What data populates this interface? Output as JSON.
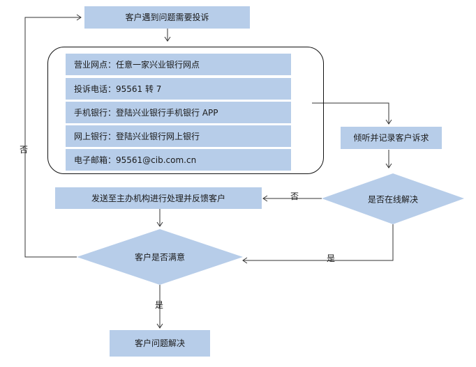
{
  "nodes": {
    "start": "客户遇到问题需要投诉",
    "channels": [
      {
        "label": "营业网点：任意一家兴业银行网点"
      },
      {
        "label": "投诉电话：95561 转 7"
      },
      {
        "label": "手机银行：登陆兴业银行手机银行 APP"
      },
      {
        "label": "网上银行：登陆兴业银行网上银行"
      },
      {
        "label": "电子邮箱：95561@cib.com.cn"
      }
    ],
    "listen": "倾听并记录客户诉求",
    "online_decision": "是否在线解决",
    "forward": "发送至主办机构进行处理并反馈客户",
    "satisfied_decision": "客户是否满意",
    "resolved": "客户问题解决"
  },
  "edge_labels": {
    "online_no": "否",
    "online_yes": "是",
    "satisfied_yes": "是",
    "satisfied_no": "否"
  },
  "colors": {
    "box_fill": "#b7cde9",
    "line": "#333333"
  }
}
